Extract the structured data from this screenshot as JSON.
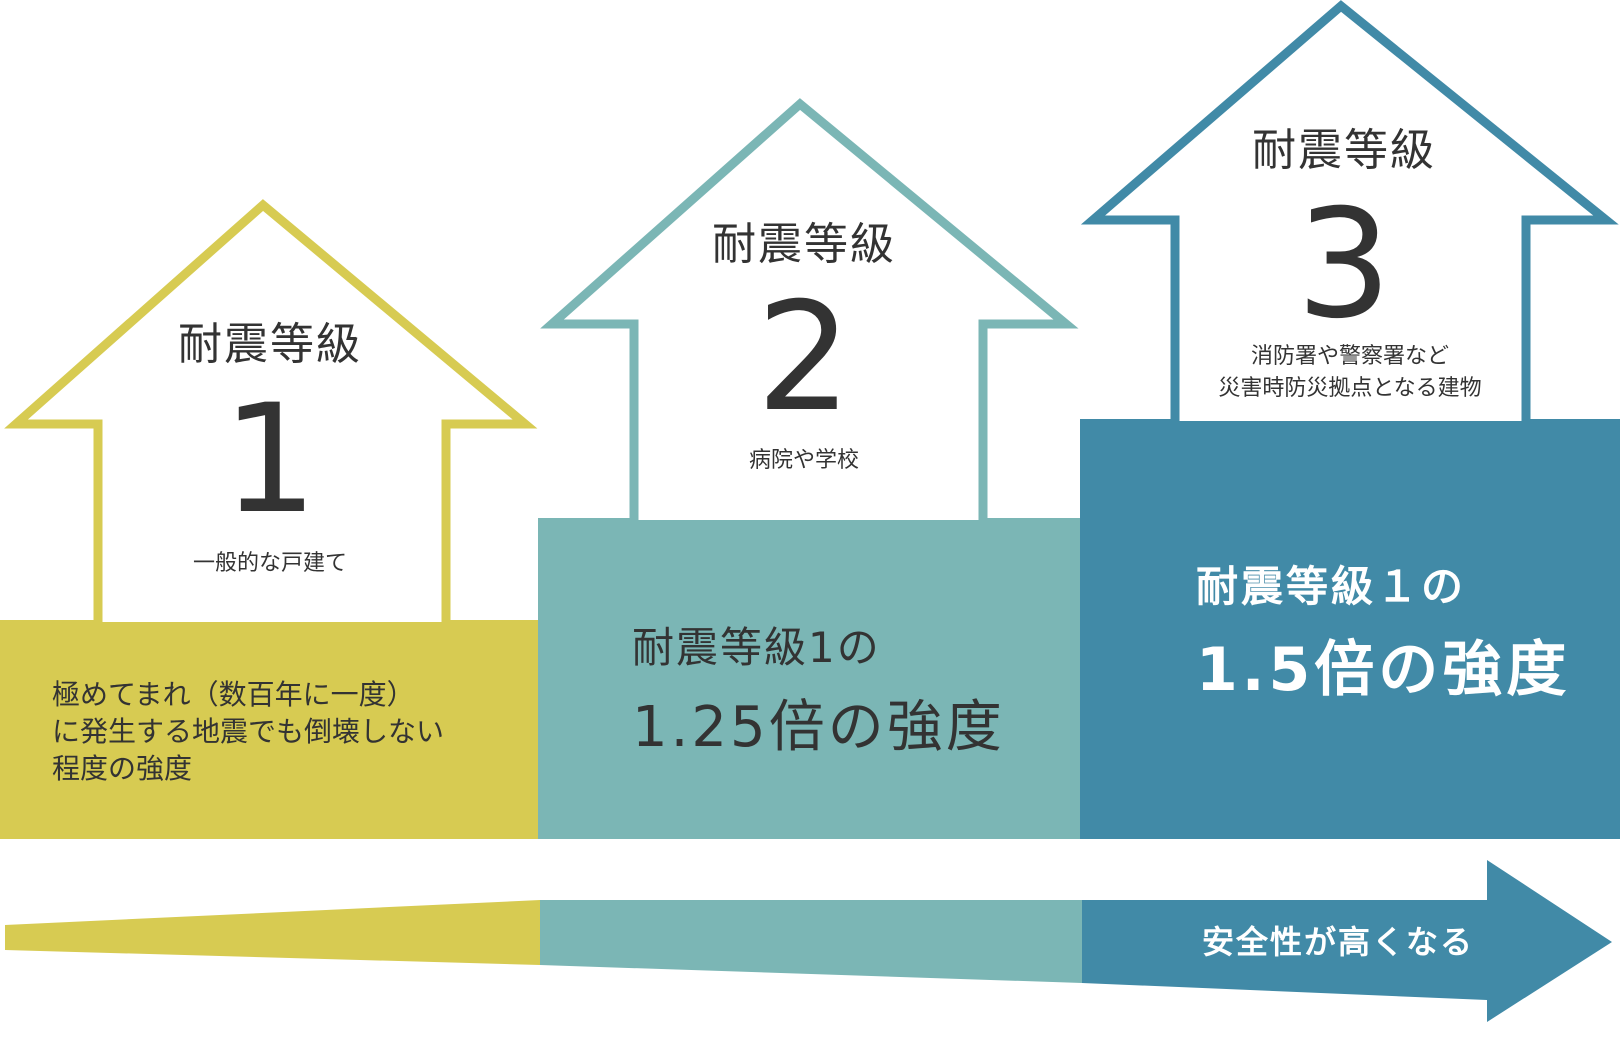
{
  "colors": {
    "level1": "#d7cb52",
    "level2": "#7bb6b5",
    "level3": "#418aa7",
    "text": "#333333",
    "white": "#ffffff"
  },
  "levels": [
    {
      "label": "耐震等級",
      "number": "1",
      "example": "一般的な戸建て",
      "description": "極めてまれ（数百年に一度）\nに発生する地震でも倒壊しない\n程度の強度"
    },
    {
      "label": "耐震等級",
      "number": "2",
      "example": "病院や学校",
      "description_line1": "耐震等級1の",
      "description_line2": "1.25倍の強度"
    },
    {
      "label": "耐震等級",
      "number": "3",
      "example_line1": "消防署や警察署など",
      "example_line2": "災害時防災拠点となる建物",
      "description_line1": "耐震等級１の",
      "description_line2": "1.5倍の強度"
    }
  ],
  "arrow": {
    "label": "安全性が高くなる"
  }
}
